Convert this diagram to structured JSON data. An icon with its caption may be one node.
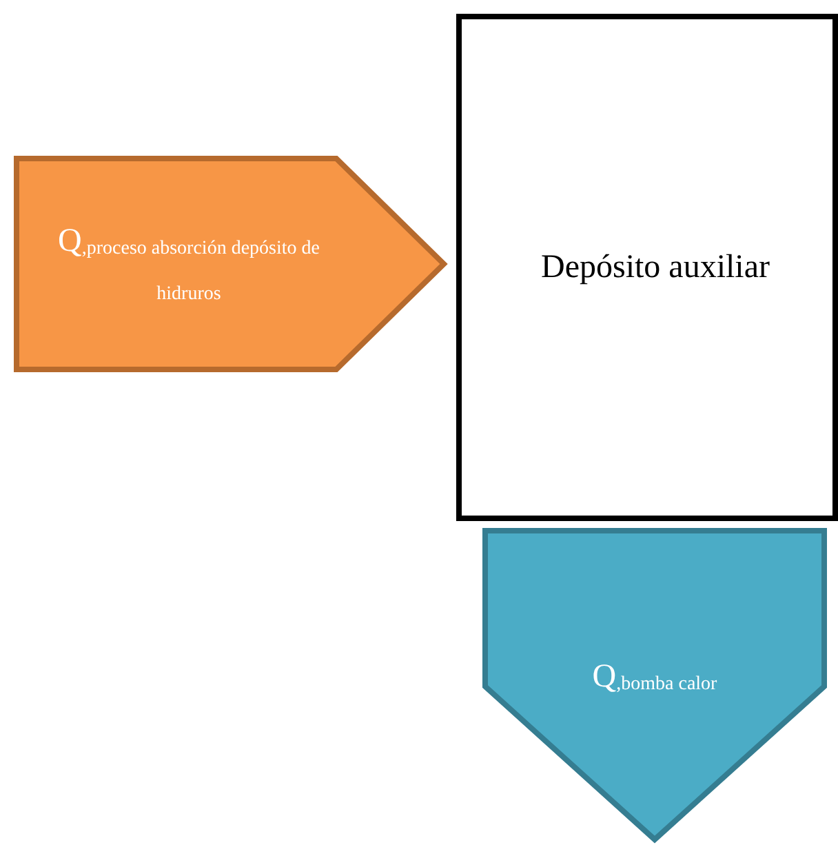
{
  "diagram": {
    "nodes": [
      {
        "text": [
          "Q$_{,proceso absorción depósito de hidruros}$"
        ]
      },
      {
        "text": [
          "Depósito auxiliar"
        ]
      },
      {
        "text": [
          "Q$_{,bomba calor}$"
        ]
      }
    ]
  }
}
